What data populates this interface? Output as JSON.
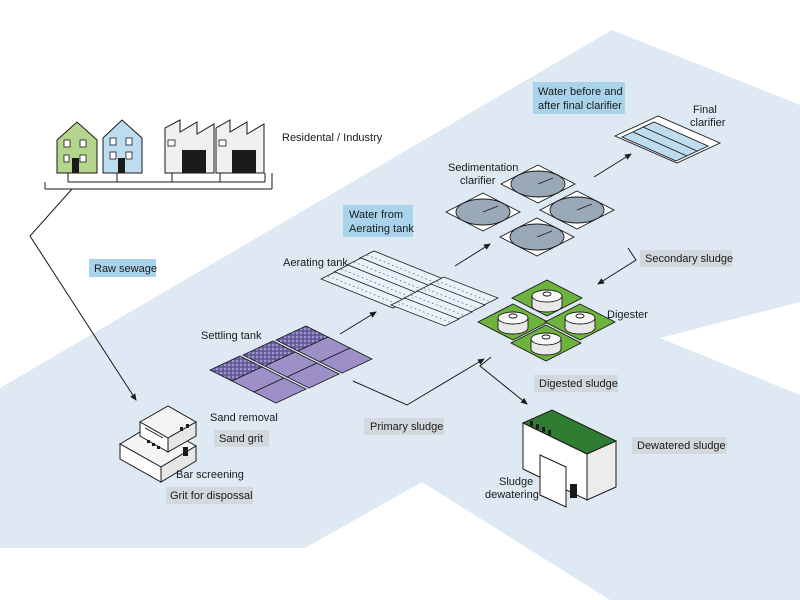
{
  "colors": {
    "background_band": "#dfe9f3",
    "tag_blue": "#a9d3ea",
    "tag_gray": "#d3d8dc",
    "house_green": "#b5d48d",
    "house_blue": "#bedcef",
    "settling_purple": "#9d90c9",
    "digester_green": "#6fb33f",
    "roof_green": "#2f7d32",
    "line": "#1a1a1a"
  },
  "labels": {
    "residential": "Residental / Industry",
    "settling_tank": "Settling tank",
    "aerating_tank": "Aerating tank",
    "sedimentation_1": "Sedimentation",
    "sedimentation_2": "clarifier",
    "final_1": "Final",
    "final_2": "clarifier",
    "digester": "Digester",
    "sand_removal": "Sand removal",
    "bar_screening": "Bar screening",
    "sludge_dewatering_1": "Sludge",
    "sludge_dewatering_2": "dewatering"
  },
  "tags": {
    "raw_sewage": "Raw sewage",
    "water_aerating_1": "Water from",
    "water_aerating_2": "Aerating tank",
    "water_final_1": "Water before and",
    "water_final_2": "after final clarifier",
    "secondary_sludge": "Secondary sludge",
    "digested_sludge": "Digested sludge",
    "dewatered_sludge": "Dewatered sludge",
    "primary_sludge": "Primary sludge",
    "sand_grit": "Sand grit",
    "grit_disposal": "Grit for dispossal"
  }
}
